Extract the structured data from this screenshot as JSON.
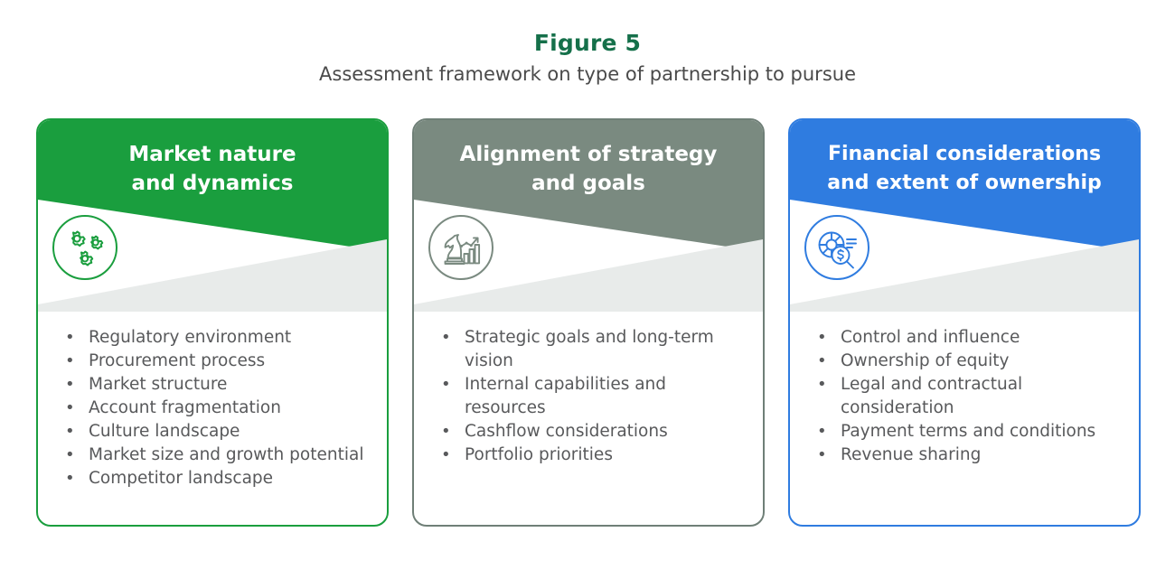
{
  "figure": {
    "title": "Figure 5",
    "subtitle": "Assessment framework on type of partnership to pursue",
    "title_color": "#15704A",
    "subtitle_color": "#4A4A4A"
  },
  "cards": [
    {
      "id": "market-nature",
      "header_line1": "Market nature",
      "header_line2": "and dynamics",
      "accent_color": "#1A9E3E",
      "body_color": "#E8EBEA",
      "icon": "gears-icon",
      "bullet_marker": "•",
      "bullets": [
        "Regulatory environment",
        "Procurement process",
        "Market structure",
        "Account fragmentation",
        "Culture landscape",
        "Market size and growth potential",
        "Competitor landscape"
      ]
    },
    {
      "id": "alignment-strategy",
      "header_line1": "Alignment of strategy",
      "header_line2": "and goals",
      "accent_color": "#7A8A80",
      "body_color": "#E8EBEA",
      "icon": "chess-knight-bar-chart-icon",
      "bullet_marker": "•",
      "bullets": [
        "Strategic goals and long-term vision",
        "Internal capabilities and resources",
        "Cashflow considerations",
        "Portfolio priorities"
      ]
    },
    {
      "id": "financial-considerations",
      "header_line1": "Financial considerations",
      "header_line2": "and extent of ownership",
      "accent_color": "#2F7CE0",
      "body_color": "#E8EBEA",
      "icon": "pie-chart-magnifier-dollar-icon",
      "bullet_marker": "•",
      "bullets": [
        "Control and influence",
        "Ownership of equity",
        "Legal and contractual consideration",
        "Payment terms and conditions",
        "Revenue sharing"
      ]
    }
  ]
}
